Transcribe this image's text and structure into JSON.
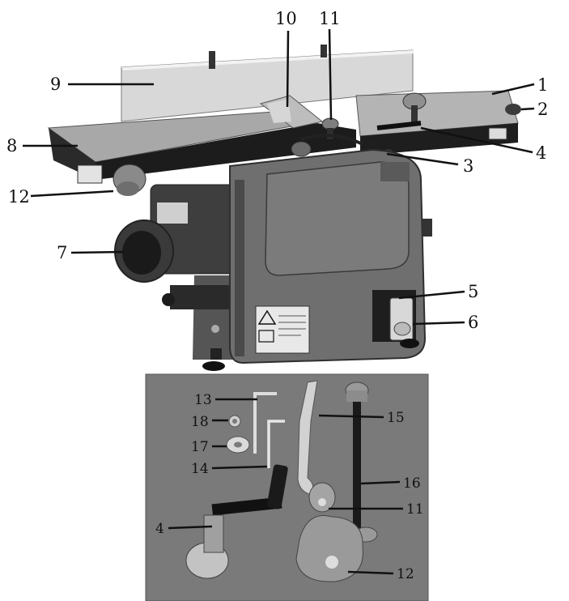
{
  "top_labels": [
    "1",
    "2",
    "3",
    "4",
    "5",
    "6",
    "7",
    "8",
    "9",
    "10",
    "11",
    "12"
  ],
  "bottom_labels": [
    "4",
    "11",
    "12",
    "13",
    "14",
    "15",
    "16",
    "17",
    "18"
  ],
  "colors": {
    "table": "#a9a9a9",
    "table_edge": "#e0e0e0",
    "housing": "#6c6c6c",
    "housing_dark": "#4a4a4a",
    "frame": "#232323",
    "photo_bg": "#7a7a7a",
    "leader": "#111111"
  },
  "icons": [
    "warning-triangle-icon",
    "manual-book-icon"
  ]
}
